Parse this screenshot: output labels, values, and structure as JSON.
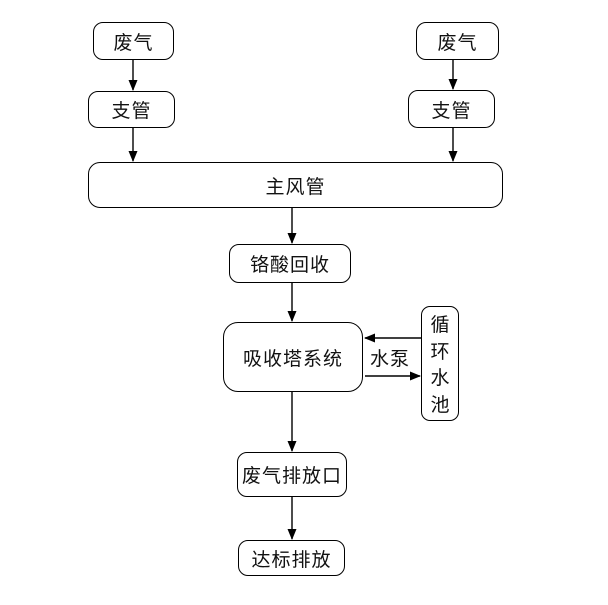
{
  "diagram": {
    "type": "flowchart",
    "nodes": {
      "waste_gas_left": "废气",
      "waste_gas_right": "废气",
      "branch_pipe_left": "支管",
      "branch_pipe_right": "支管",
      "main_duct": "主风管",
      "chromic_acid_recovery": "铬酸回收",
      "absorption_tower": "吸收塔系统",
      "circulating_pool": "循环水池",
      "gas_outlet": "废气排放口",
      "compliant_discharge": "达标排放"
    },
    "edge_labels": {
      "water_pump": "水泵"
    },
    "edges": [
      {
        "from": "waste_gas_left",
        "to": "branch_pipe_left"
      },
      {
        "from": "waste_gas_right",
        "to": "branch_pipe_right"
      },
      {
        "from": "branch_pipe_left",
        "to": "main_duct"
      },
      {
        "from": "branch_pipe_right",
        "to": "main_duct"
      },
      {
        "from": "main_duct",
        "to": "chromic_acid_recovery"
      },
      {
        "from": "chromic_acid_recovery",
        "to": "absorption_tower"
      },
      {
        "from": "circulating_pool",
        "to": "absorption_tower"
      },
      {
        "from": "absorption_tower",
        "to": "circulating_pool",
        "label": "水泵"
      },
      {
        "from": "absorption_tower",
        "to": "gas_outlet"
      },
      {
        "from": "gas_outlet",
        "to": "compliant_discharge"
      }
    ],
    "colors": {
      "background": "#ffffff",
      "border": "#000000",
      "arrow": "#000000",
      "text": "#111111"
    }
  }
}
